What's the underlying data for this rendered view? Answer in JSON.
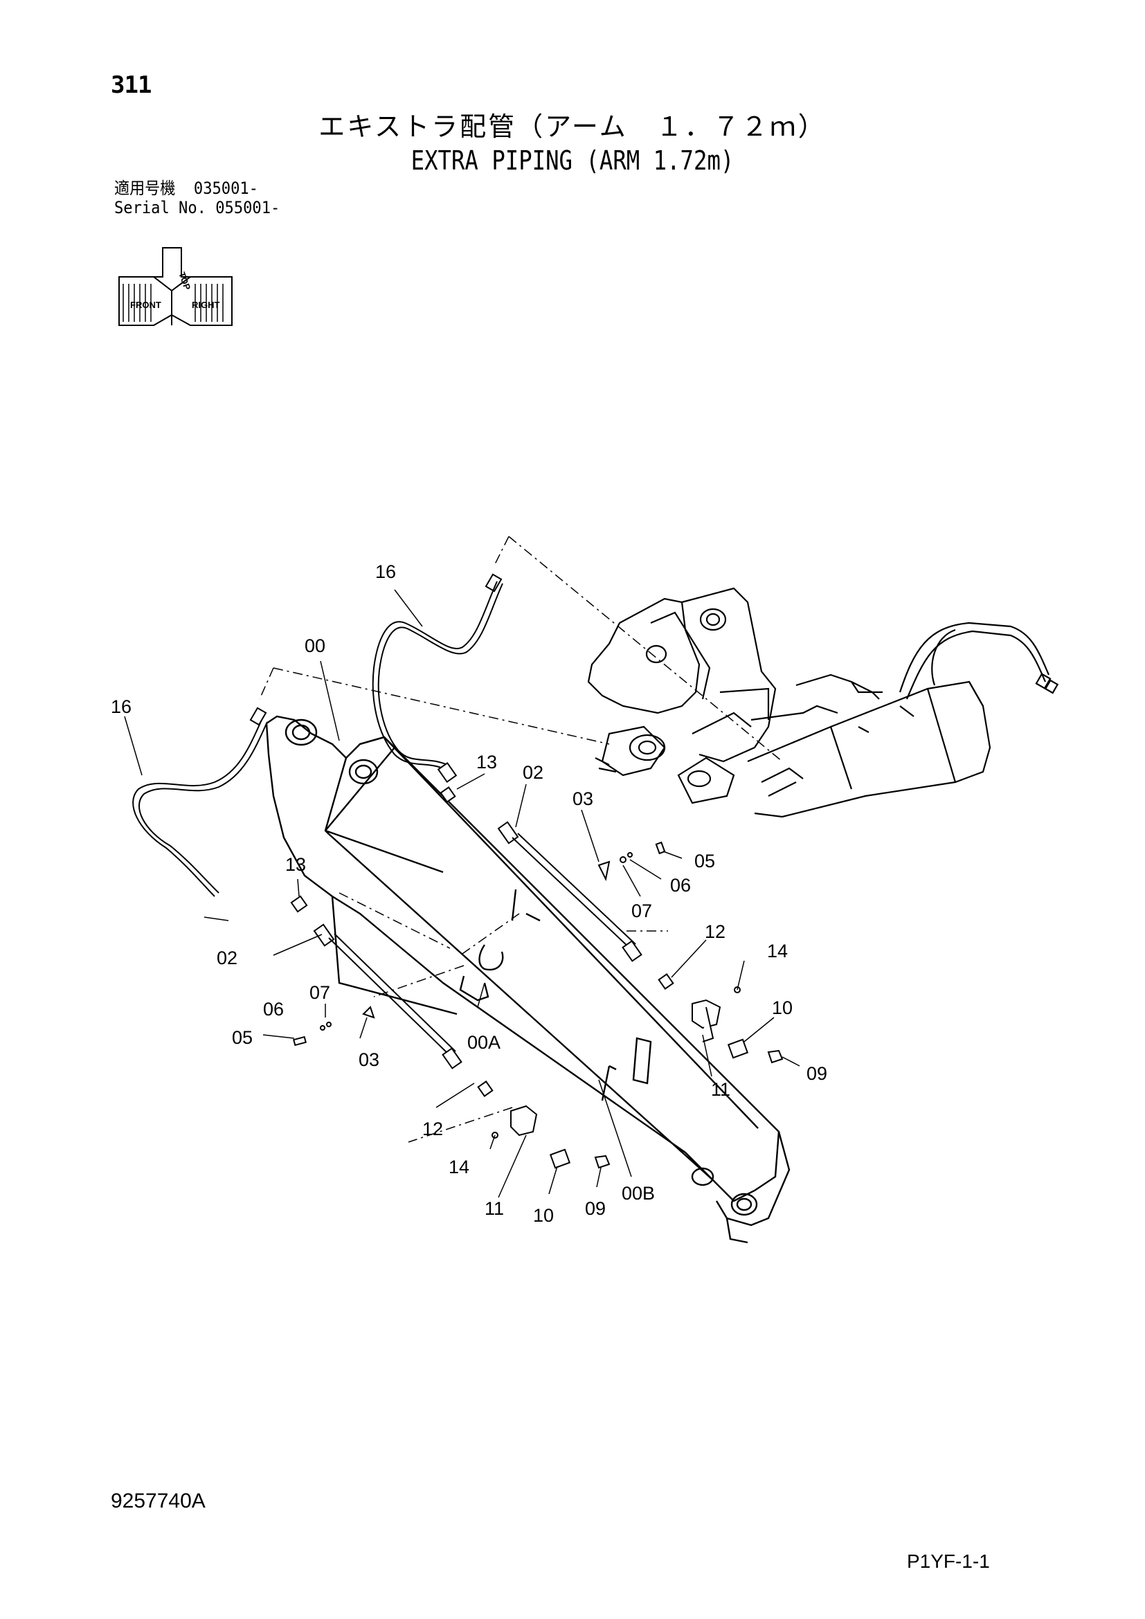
{
  "header": {
    "page_number": "311",
    "title_jp": "エキストラ配管（アーム　１．７２ｍ）",
    "title_en": "EXTRA PIPING (ARM 1.72m)",
    "serial_line1": "適用号機  035001-",
    "serial_line2": "Serial No. 055001-"
  },
  "orientation": {
    "labels": [
      "FRONT",
      "TOP",
      "RIGHT"
    ]
  },
  "callouts": [
    {
      "id": "16",
      "text": "16"
    },
    {
      "id": "00",
      "text": "00"
    },
    {
      "id": "16b",
      "text": "16"
    },
    {
      "id": "13",
      "text": "13"
    },
    {
      "id": "02",
      "text": "02"
    },
    {
      "id": "03",
      "text": "03"
    },
    {
      "id": "05",
      "text": "05"
    },
    {
      "id": "06",
      "text": "06"
    },
    {
      "id": "07",
      "text": "07"
    },
    {
      "id": "13b",
      "text": "13"
    },
    {
      "id": "12",
      "text": "12"
    },
    {
      "id": "14",
      "text": "14"
    },
    {
      "id": "10",
      "text": "10"
    },
    {
      "id": "09",
      "text": "09"
    },
    {
      "id": "11",
      "text": "11"
    },
    {
      "id": "02b",
      "text": "02"
    },
    {
      "id": "07b",
      "text": "07"
    },
    {
      "id": "06b",
      "text": "06"
    },
    {
      "id": "05b",
      "text": "05"
    },
    {
      "id": "03b",
      "text": "03"
    },
    {
      "id": "00A",
      "text": "00A"
    },
    {
      "id": "12b",
      "text": "12"
    },
    {
      "id": "14b",
      "text": "14"
    },
    {
      "id": "11b",
      "text": "11"
    },
    {
      "id": "10b",
      "text": "10"
    },
    {
      "id": "09b",
      "text": "09"
    },
    {
      "id": "00B",
      "text": "00B"
    }
  ],
  "footer": {
    "doc_code": "9257740A",
    "page_code": "P1YF-1-1"
  }
}
